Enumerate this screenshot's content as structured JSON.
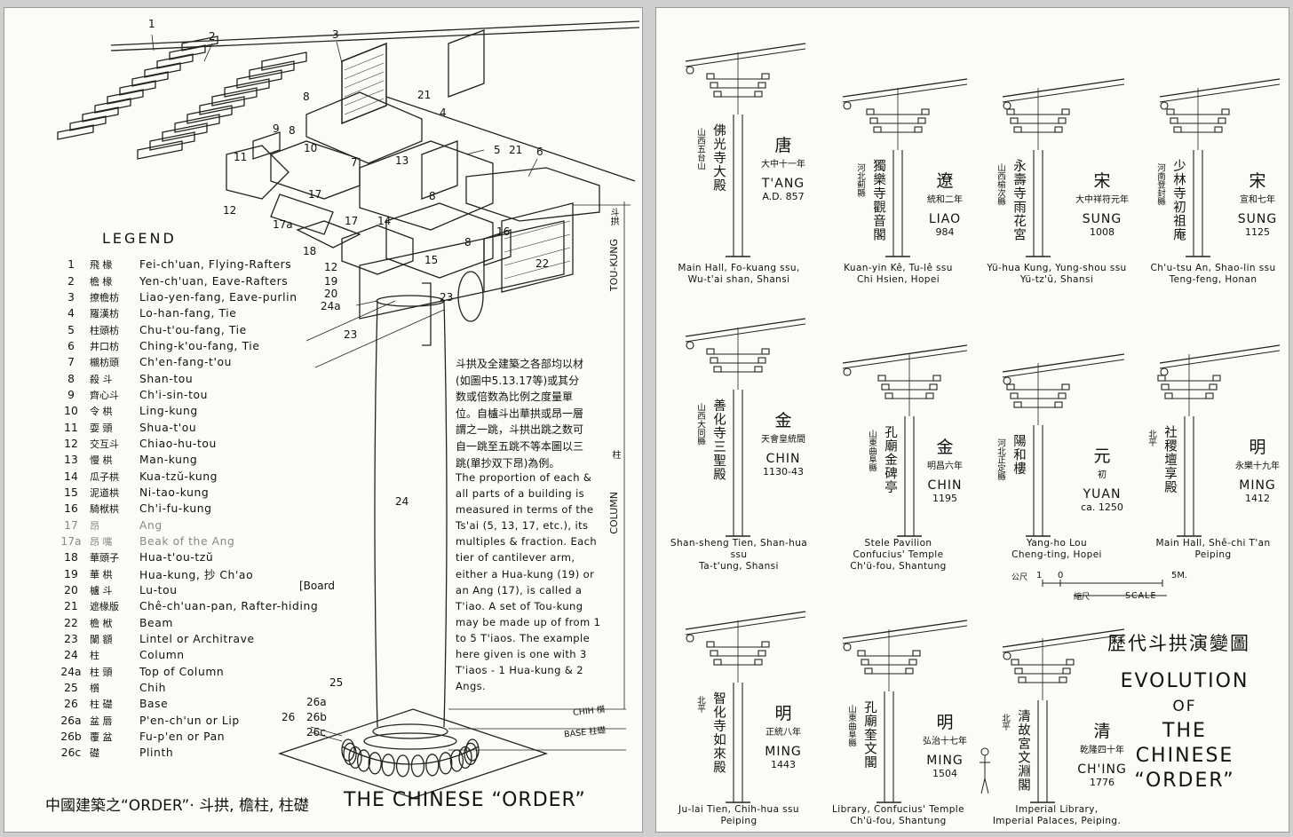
{
  "left": {
    "legend_title": "LEGEND",
    "legend": [
      {
        "num": "1",
        "cn": "飛 椽",
        "rom": "Fei-ch'uan, Flying-Rafters"
      },
      {
        "num": "2",
        "cn": "檐 椽",
        "rom": "Yen-ch'uan, Eave-Rafters"
      },
      {
        "num": "3",
        "cn": "撩檐枋",
        "rom": "Liao-yen-fang, Eave-purlin"
      },
      {
        "num": "4",
        "cn": "羅漢枋",
        "rom": "Lo-han-fang, Tie"
      },
      {
        "num": "5",
        "cn": "柱頭枋",
        "rom": "Chu-t'ou-fang, Tie"
      },
      {
        "num": "6",
        "cn": "井口枋",
        "rom": "Ching-k'ou-fang, Tie"
      },
      {
        "num": "7",
        "cn": "櫬枋頭",
        "rom": "Ch'en-fang-t'ou"
      },
      {
        "num": "8",
        "cn": "殺 斗",
        "rom": "Shan-tou"
      },
      {
        "num": "9",
        "cn": "齊心斗",
        "rom": "Ch'i-sin-tou"
      },
      {
        "num": "10",
        "cn": "令 栱",
        "rom": "Ling-kung"
      },
      {
        "num": "11",
        "cn": "耍 頭",
        "rom": "Shua-t'ou"
      },
      {
        "num": "12",
        "cn": "交互斗",
        "rom": "Chiao-hu-tou"
      },
      {
        "num": "13",
        "cn": "慢 栱",
        "rom": "Man-kung"
      },
      {
        "num": "14",
        "cn": "瓜子栱",
        "rom": "Kua-tzŭ-kung"
      },
      {
        "num": "15",
        "cn": "泥道栱",
        "rom": "Ni-tao-kung"
      },
      {
        "num": "16",
        "cn": "騎栿栱",
        "rom": "Ch'i-fu-kung"
      },
      {
        "num": "17",
        "cn": "昂",
        "rom": "Ang"
      },
      {
        "num": "17a",
        "cn": "昂 嘴",
        "rom": "Beak of the Ang"
      },
      {
        "num": "18",
        "cn": "華頭子",
        "rom": "Hua-t'ou-tzŭ"
      },
      {
        "num": "19",
        "cn": "華 栱",
        "rom": "Hua-kung, 抄 Ch'ao"
      },
      {
        "num": "20",
        "cn": "櫨 斗",
        "rom": "Lu-tou"
      },
      {
        "num": "21",
        "cn": "遮椽版",
        "rom": "Chê-ch'uan-pan, Rafter-hiding"
      },
      {
        "num": "22",
        "cn": "檐 栿",
        "rom": "Beam"
      },
      {
        "num": "23",
        "cn": "闌 額",
        "rom": "Lintel or Architrave"
      },
      {
        "num": "24",
        "cn": "柱",
        "rom": "Column"
      },
      {
        "num": "24a",
        "cn": "柱 頭",
        "rom": "Top of Column"
      },
      {
        "num": "25",
        "cn": "櫍",
        "rom": "Chih"
      },
      {
        "num": "26",
        "cn": "柱 礎",
        "rom": "Base"
      },
      {
        "num": "26a",
        "cn": "盆 唇",
        "rom": "P'en-ch'un or Lip"
      },
      {
        "num": "26b",
        "cn": "覆 盆",
        "rom": "Fu-p'en or Pan"
      },
      {
        "num": "26c",
        "cn": "礎",
        "rom": "Plinth"
      }
    ],
    "board_label": "[Board",
    "cn_note": "斗拱及全建築之各部均以材(如圖中5.13.17等)或其分数或倍数為比例之度量單位。自櫨斗出華拱或昂一層謂之一跳，斗拱出跳之数可自一跳至五跳不等本圖以三跳(單抄双下昂)為例。",
    "en_note": "The proportion of each & all parts of a building is measured in terms of the Ts'ai (5, 13, 17, etc.), its multiples & fraction. Each tier of cantilever arm, either a Hua-kung (19) or an Ang (17), is called a T'iao. A set of Tou-kung may be made up of from 1 to 5 T'iaos. The example here given is one with 3 T'iaos - 1 Hua-kung & 2 Angs.",
    "title_cn": "中國建築之“ORDER”· 斗拱, 檐柱, 柱礎",
    "title_en": "THE CHINESE “ORDER”",
    "dim_tou_kung": "TOU-KUNG",
    "dim_tou_kung_cn": "斗拱",
    "dim_column": "COLUMN",
    "dim_column_cn": "柱",
    "dim_chih": "CHIH 櫍",
    "dim_base": "BASE 柱礎",
    "callouts": {
      "c1": "1",
      "c2": "2",
      "c3": "3",
      "c21": "21",
      "c4": "4",
      "c5": "5",
      "c21b": "21",
      "c6": "6",
      "c8a": "8",
      "c8b": "8",
      "c9": "9",
      "c10": "10",
      "c11": "11",
      "c7": "7",
      "c13": "13",
      "c17a": "17",
      "c17b": "17",
      "c12a": "12",
      "c17al": "17a",
      "c18": "18",
      "c14": "14",
      "c8c": "8",
      "c8d": "8",
      "c16": "16",
      "c22": "22",
      "c15": "15",
      "c12b": "12",
      "c19": "19",
      "c20": "20",
      "c24a": "24a",
      "c23a": "23",
      "c23b": "23",
      "c24": "24",
      "c25": "25",
      "c26a": "26a",
      "c26": "26",
      "c26b": "26b",
      "c26c": "26c"
    }
  },
  "right": {
    "dynasties": [
      {
        "vert": "佛光寺大殿",
        "prov": "山西五台山",
        "char": "唐",
        "reign": "大中十一年",
        "name": "T'ANG",
        "year": "A.D. 857",
        "cap1": "Main Hall, Fo-kuang ssu,",
        "cap2": "Wu-t'ai shan, Shansi"
      },
      {
        "vert": "獨樂寺觀音閣",
        "prov": "河北薊縣",
        "char": "遼",
        "reign": "統和二年",
        "name": "LIAO",
        "year": "984",
        "cap1": "Kuan-yin Kê, Tu-lê ssu",
        "cap2": "Chi Hsien, Hopei"
      },
      {
        "vert": "永壽寺雨花宮",
        "prov": "山西榆次縣",
        "char": "宋",
        "reign": "大中祥符元年",
        "name": "SUNG",
        "year": "1008",
        "cap1": "Yü-hua Kung, Yung-shou ssu",
        "cap2": "Yü-tz'ŭ, Shansi"
      },
      {
        "vert": "少林寺初祖庵",
        "prov": "河南登封縣",
        "char": "宋",
        "reign": "宣和七年",
        "name": "SUNG",
        "year": "1125",
        "cap1": "Ch'u-tsu An, Shao-lin ssu",
        "cap2": "Teng-feng, Honan"
      },
      {
        "vert": "善化寺三聖殿",
        "prov": "山西大同縣",
        "char": "金",
        "reign": "天會皇統間",
        "name": "CHIN",
        "year": "1130-43",
        "cap1": "Shan-sheng Tien, Shan-hua ssu",
        "cap2": "Ta-t'ung, Shansi"
      },
      {
        "vert": "孔廟金碑亭",
        "prov": "山東曲阜縣",
        "char": "金",
        "reign": "明昌六年",
        "name": "CHIN",
        "year": "1195",
        "cap1": "Stele Pavilion",
        "cap2": "Confucius' Temple",
        "cap3": "Ch'ü-fou, Shantung"
      },
      {
        "vert": "陽和樓",
        "prov": "河北正定縣",
        "char": "元",
        "reign": "初",
        "name": "YUAN",
        "year": "ca. 1250",
        "cap1": "Yang-ho Lou",
        "cap2": "Cheng-ting, Hopei"
      },
      {
        "vert": "社稷壇享殿",
        "prov": "北平",
        "char": "明",
        "reign": "永樂十九年",
        "name": "MING",
        "year": "1412",
        "cap1": "Main Hall, Shê-chi T'an",
        "cap2": "Peiping"
      },
      {
        "vert": "智化寺如來殿",
        "prov": "北平",
        "char": "明",
        "reign": "正統八年",
        "name": "MING",
        "year": "1443",
        "cap1": "Ju-lai Tien, Chih-hua ssu",
        "cap2": "Peiping"
      },
      {
        "vert": "孔廟奎文閣",
        "prov": "山東曲阜縣",
        "char": "明",
        "reign": "弘治十七年",
        "name": "MING",
        "year": "1504",
        "cap1": "Library, Confucius' Temple",
        "cap2": "Ch'ü-fou, Shantung"
      },
      {
        "vert": "清故宮文淵閣",
        "prov": "北平",
        "char": "清",
        "reign": "乾隆四十年",
        "name": "CH'ING",
        "year": "1776",
        "cap1": "Imperial Library,",
        "cap2": "Imperial Palaces, Peiping."
      }
    ],
    "scale_cn": "公尺",
    "scale_zero": "0",
    "scale_one": "1",
    "scale_five": "5M.",
    "scale_label": "SCALE",
    "scale_label_cn": "縮尺",
    "title_cn": "歷代斗拱演變圖",
    "title_en": [
      "EVOLUTION",
      "OF",
      "THE",
      "CHINESE",
      "“ORDER”"
    ]
  }
}
